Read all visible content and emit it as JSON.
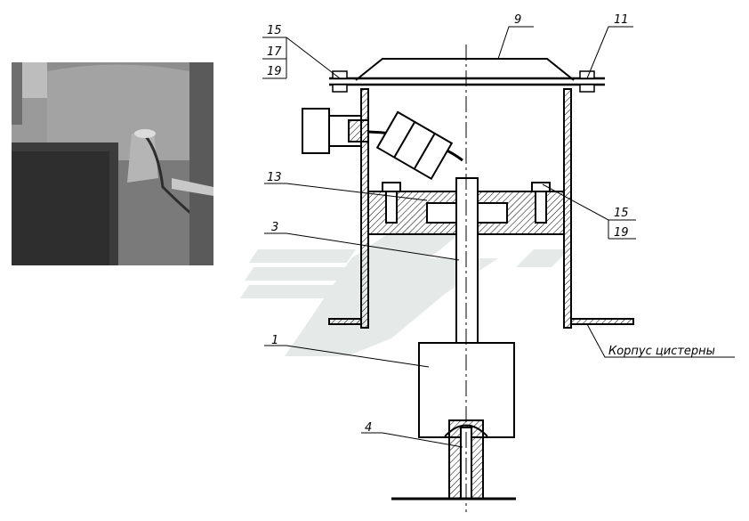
{
  "labels": {
    "l15a": "15",
    "l17": "17",
    "l19a": "19",
    "l9": "9",
    "l11": "11",
    "l13": "13",
    "l3": "3",
    "l1": "1",
    "l4": "4",
    "l15b": "15",
    "l19b": "19",
    "body_caption": "Корпус цистерны"
  }
}
